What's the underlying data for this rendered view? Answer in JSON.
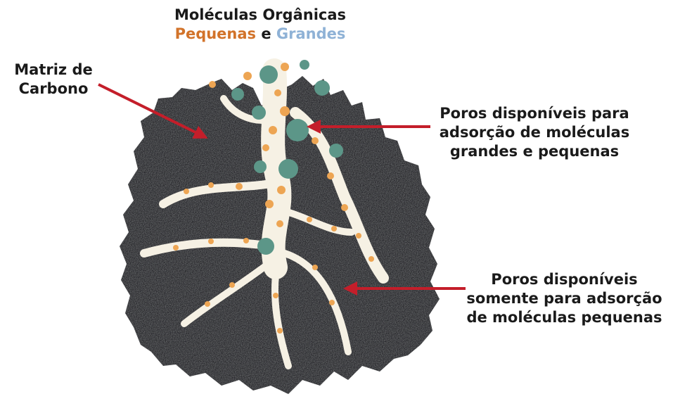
{
  "title": {
    "line1": "Moléculas Orgânicas",
    "small_word": "Pequenas",
    "connector": "e",
    "large_word": "Grandes"
  },
  "labels": {
    "matrix": [
      "Matriz de",
      "Carbono"
    ],
    "pores_large": [
      "Poros disponíveis para",
      "adsorção de moléculas",
      "grandes e pequenas"
    ],
    "pores_small": [
      "Poros disponíveis",
      "somente para adsorção",
      "de moléculas pequenas"
    ]
  },
  "colors": {
    "carbon_matrix": "#2b2c2d",
    "pore_channel": "#f6f1e4",
    "small_molecule": "#eda553",
    "large_molecule": "#5c9688",
    "arrow": "#c41e2a",
    "small_text": "#d2732a",
    "large_text": "#8fb2d6"
  }
}
